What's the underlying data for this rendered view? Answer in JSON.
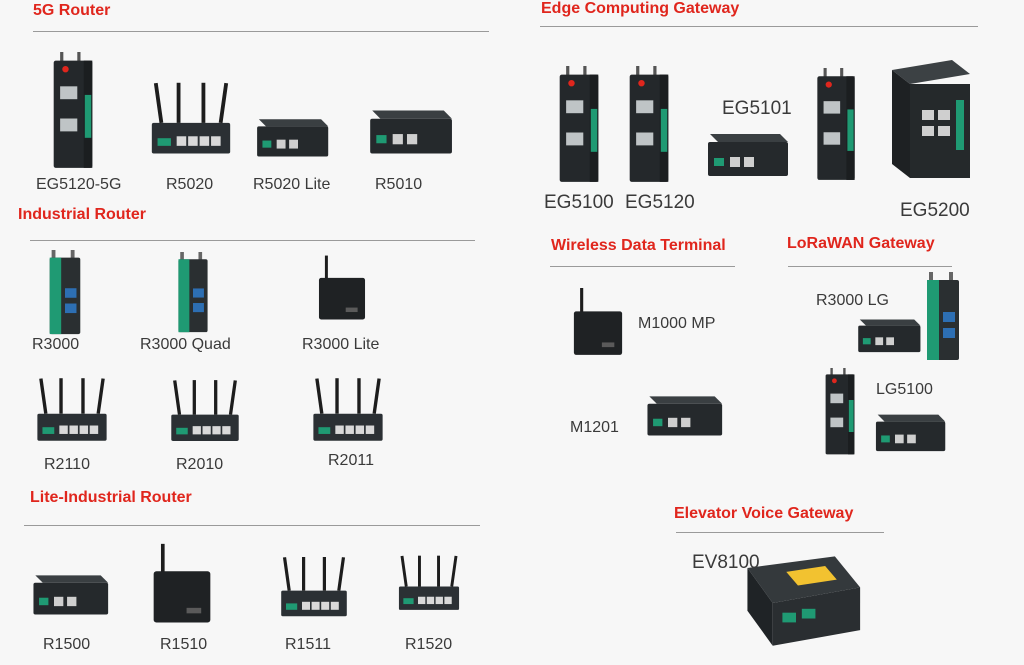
{
  "sections": {
    "router5g": {
      "title": "5G Router",
      "products": [
        "EG5120-5G",
        "R5020",
        "R5020 Lite",
        "R5010"
      ]
    },
    "industrial": {
      "title": "Industrial Router",
      "products": [
        "R3000",
        "R3000 Quad",
        "R3000 Lite",
        "R2110",
        "R2010",
        "R2011"
      ]
    },
    "lite": {
      "title": "Lite-Industrial Router",
      "products": [
        "R1500",
        "R1510",
        "R1511",
        "R1520"
      ]
    },
    "edge": {
      "title": "Edge Computing Gateway",
      "products": [
        "EG5100",
        "EG5120",
        "EG5101",
        "EG5200"
      ]
    },
    "wireless": {
      "title": "Wireless Data Terminal",
      "products": [
        "M1000 MP",
        "M1201"
      ]
    },
    "lorawan": {
      "title": "LoRaWAN Gateway",
      "products": [
        "R3000 LG",
        "LG5100"
      ]
    },
    "elevator": {
      "title": "Elevator Voice Gateway",
      "products": [
        "EV8100"
      ]
    }
  },
  "colors": {
    "heading": "#e0261d",
    "label": "#3a3a3a",
    "rule": "#9a9a9a",
    "device_body": "#262a2d",
    "device_accent": "#1f9a73"
  }
}
